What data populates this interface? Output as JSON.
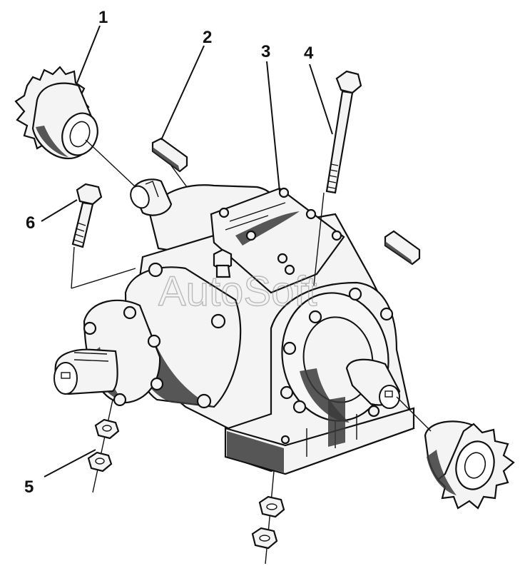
{
  "callouts": [
    "1",
    "2",
    "3",
    "4",
    "5",
    "6"
  ],
  "watermark": "AutoSoft"
}
